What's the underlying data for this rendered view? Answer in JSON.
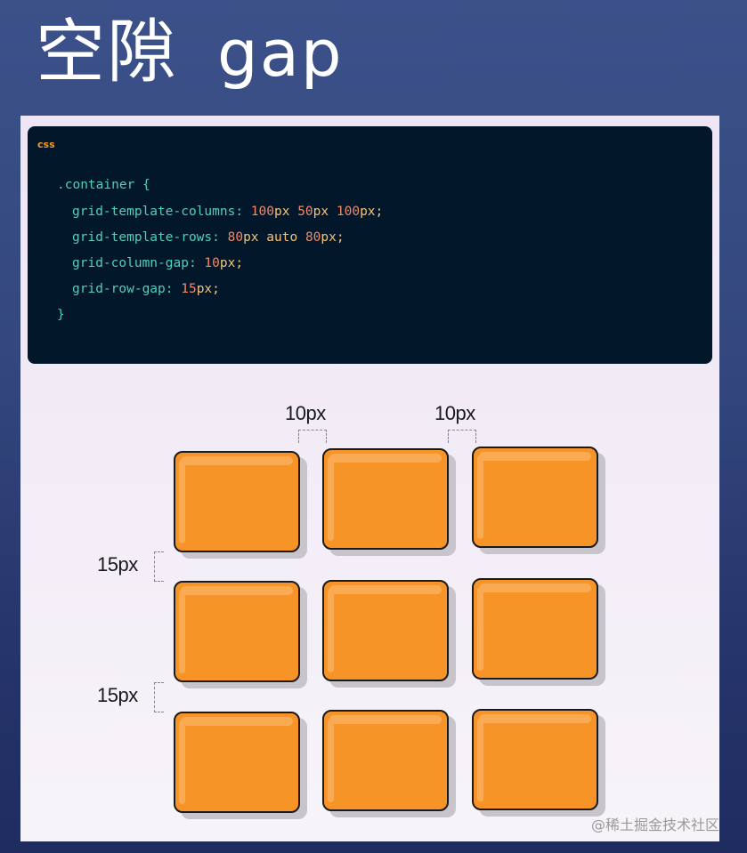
{
  "slide": {
    "title_cjk": "空隙",
    "title_latin": "gap"
  },
  "code_block": {
    "language": "css",
    "lines": {
      "selector": ".container {",
      "l1_prop": "grid-template-columns:",
      "l1_v1": "100",
      "l1_u1": "px",
      "l1_v2": "50",
      "l1_u2": "px",
      "l1_v3": "100",
      "l1_u3": "px;",
      "l2_prop": "grid-template-rows:",
      "l2_v1": "80",
      "l2_u1": "px",
      "l2_kw": "auto",
      "l2_v2": "80",
      "l2_u2": "px;",
      "l3_prop": "grid-column-gap:",
      "l3_v": "10",
      "l3_u": "px;",
      "l4_prop": "grid-row-gap:",
      "l4_v": "15",
      "l4_u": "px;",
      "close": "}"
    }
  },
  "diagram": {
    "column_gap_labels": [
      "10px",
      "10px"
    ],
    "row_gap_labels": [
      "15px",
      "15px"
    ],
    "grid": {
      "rows": 3,
      "columns": 3,
      "cell_color": "#f79427"
    }
  },
  "watermark": "@稀土掘金技术社区",
  "colors": {
    "background": "#34487f",
    "panel": "#f1ebf6",
    "code_bg": "#02172a",
    "lang_label": "#ff9a1f",
    "code_property": "#4fd0b8",
    "code_number": "#f08a6a",
    "code_unit": "#f2c47a"
  }
}
